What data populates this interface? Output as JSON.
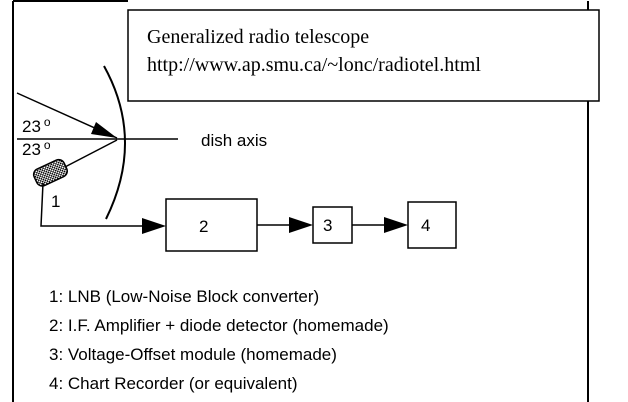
{
  "caption": {
    "title": "Generalized radio telescope",
    "url": "http://www.ap.smu.ca/~lonc/radiotel.html"
  },
  "angles": {
    "upper": "23",
    "lower": "23",
    "degree_mark": "o"
  },
  "axis_label": "dish axis",
  "lnb_label": "1",
  "blocks": [
    {
      "id": "2"
    },
    {
      "id": "3"
    },
    {
      "id": "4"
    }
  ],
  "legend": [
    "1: LNB (Low-Noise Block converter)",
    "2: I.F. Amplifier + diode detector  (homemade)",
    "3: Voltage-Offset module (homemade)",
    "4: Chart Recorder (or equivalent)"
  ]
}
